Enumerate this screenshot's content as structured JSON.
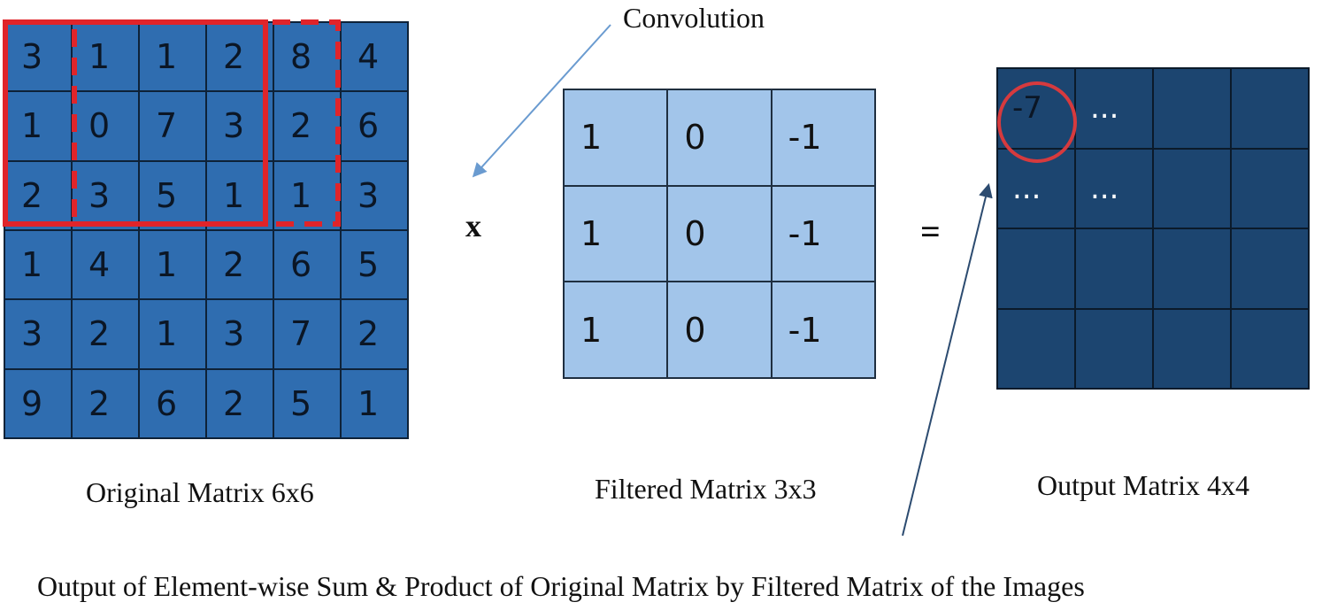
{
  "labels": {
    "convolution": "Convolution",
    "times": "x",
    "equals": "=",
    "original_caption": "Original  Matrix  6x6",
    "filtered_caption": "Filtered  Matrix  3x3",
    "output_caption": "Output Matrix  4x4",
    "bottom_caption": "Output of Element-wise  Sum & Product of Original  Matrix  by Filtered Matrix  of the Images"
  },
  "original_matrix": [
    [
      "3",
      "1",
      "1",
      "2",
      "8",
      "4"
    ],
    [
      "1",
      "0",
      "7",
      "3",
      "2",
      "6"
    ],
    [
      "2",
      "3",
      "5",
      "1",
      "1",
      "3"
    ],
    [
      "1",
      "4",
      "1",
      "2",
      "6",
      "5"
    ],
    [
      "3",
      "2",
      "1",
      "3",
      "7",
      "2"
    ],
    [
      "9",
      "2",
      "6",
      "2",
      "5",
      "1"
    ]
  ],
  "filter_matrix": [
    [
      "1",
      "0",
      "-1"
    ],
    [
      "1",
      "0",
      "-1"
    ],
    [
      "1",
      "0",
      "-1"
    ]
  ],
  "output_matrix": [
    [
      "-7",
      "...",
      "",
      ""
    ],
    [
      "...",
      "...",
      "",
      ""
    ],
    [
      "",
      "",
      "",
      ""
    ],
    [
      "",
      "",
      "",
      ""
    ]
  ],
  "colors": {
    "original_fill": "#2f6db0",
    "filter_fill": "#a2c5ea",
    "output_fill": "#1c4570",
    "highlight": "#e0242a",
    "arrow": "#6a9bd0"
  }
}
